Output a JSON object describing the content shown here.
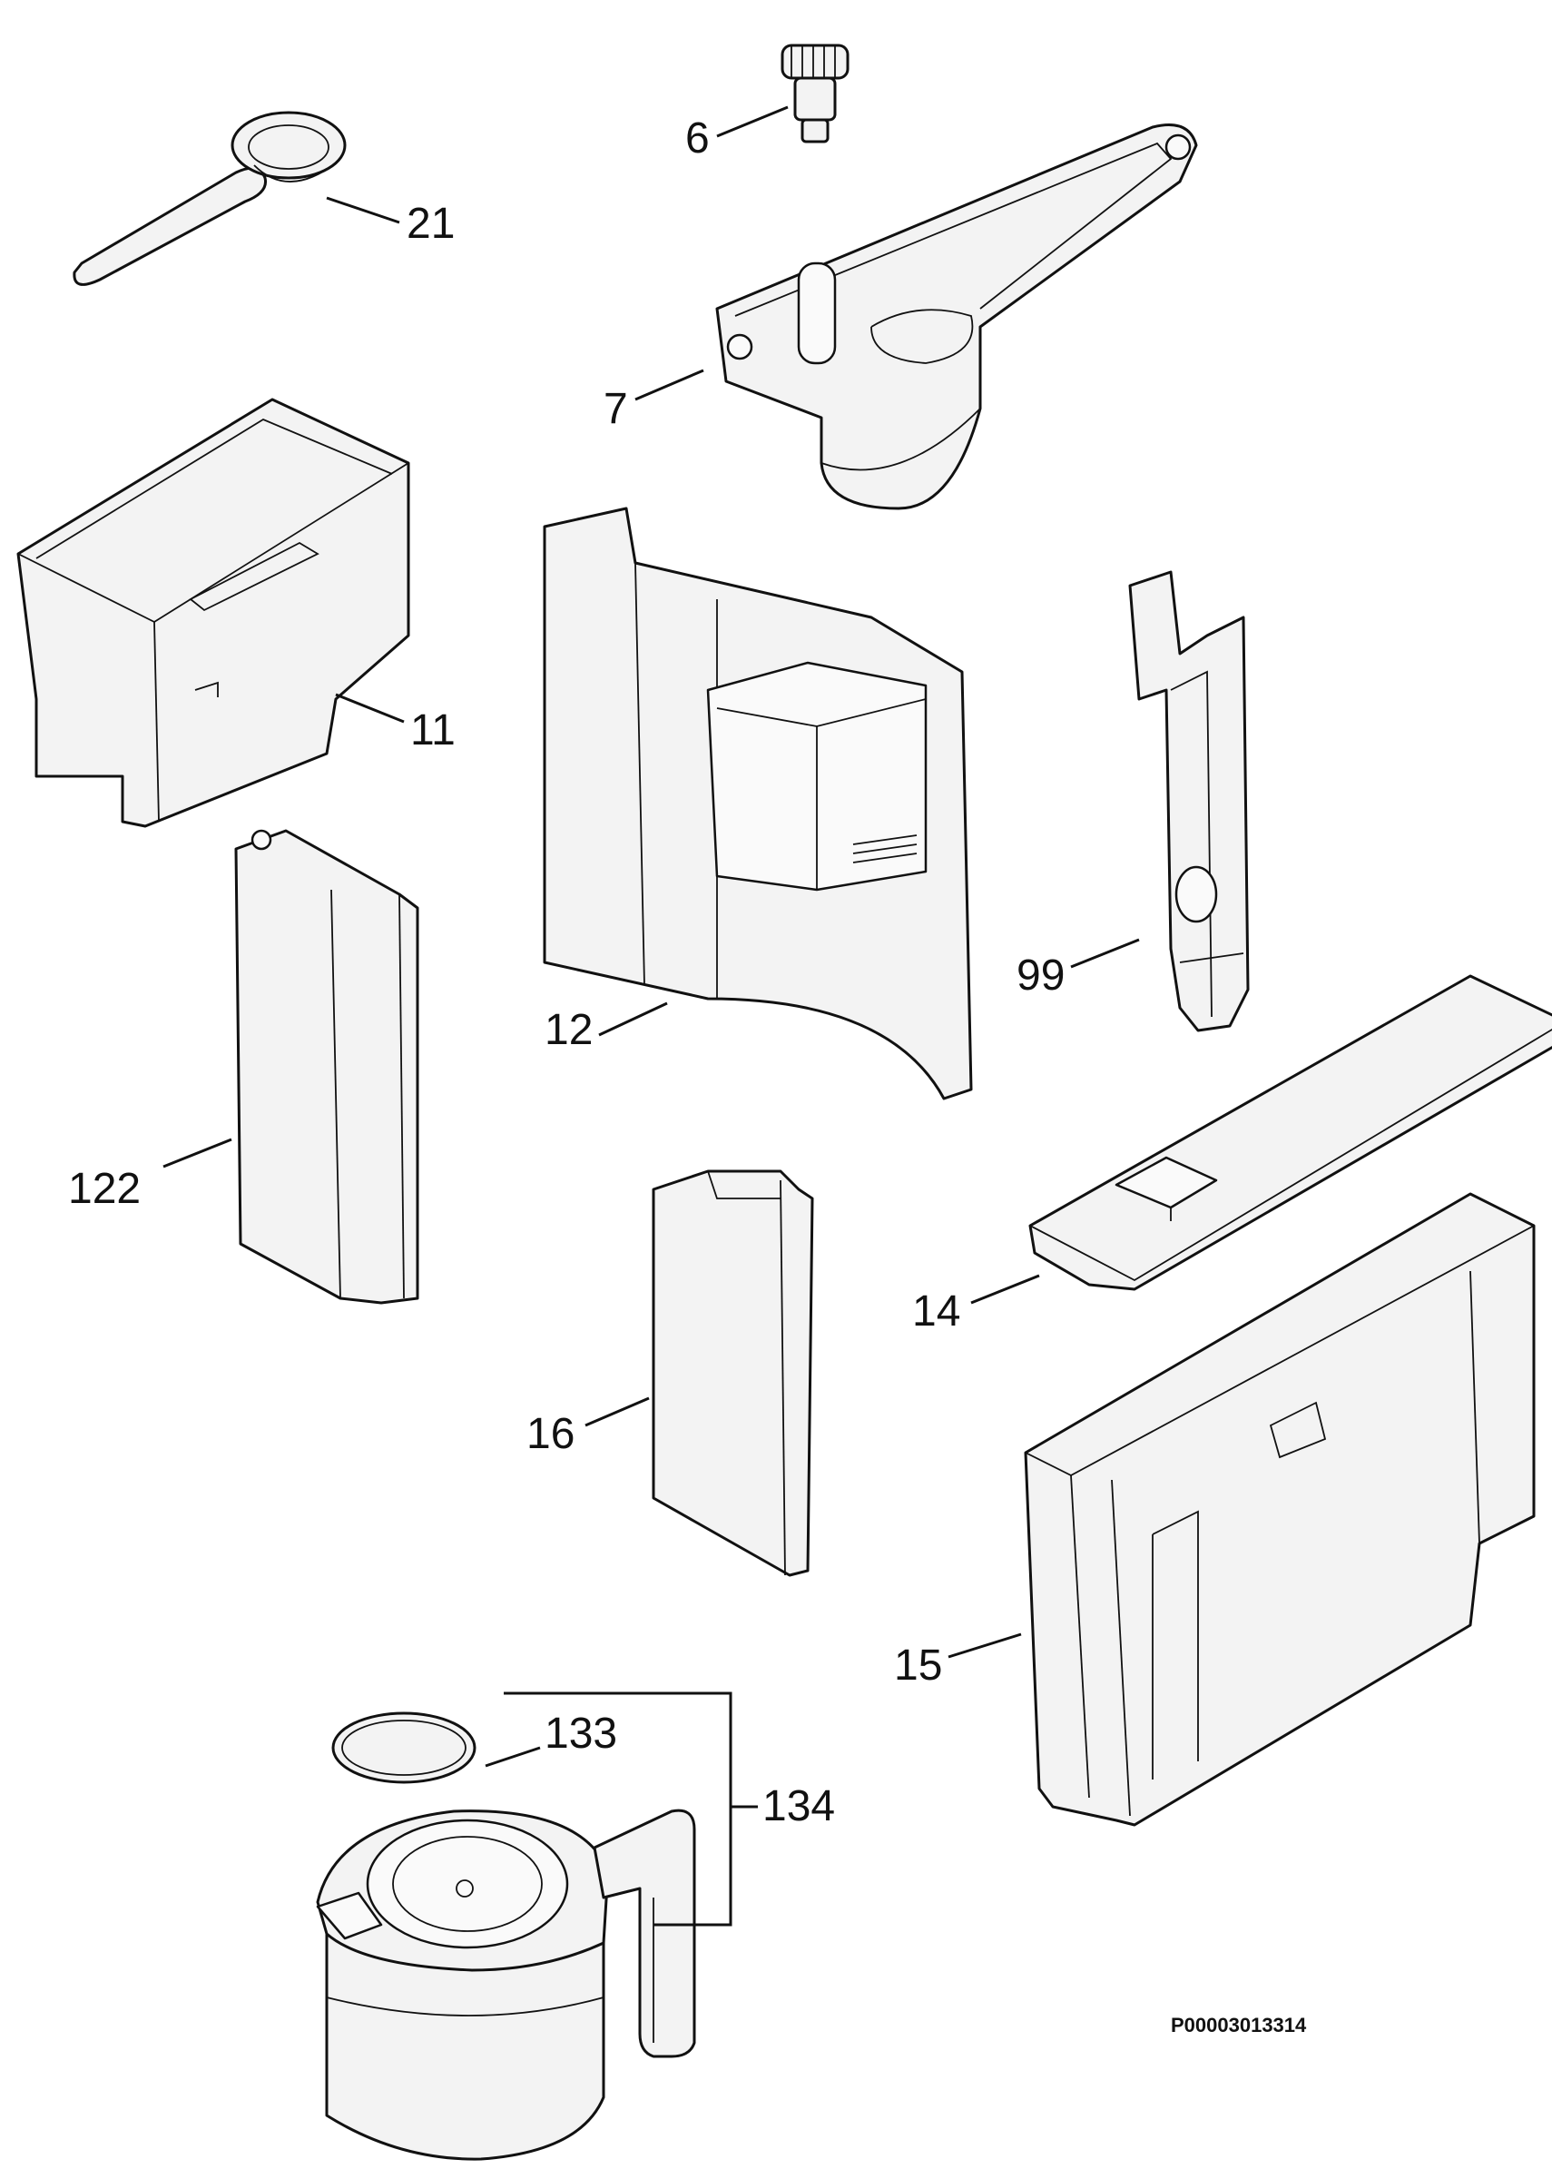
{
  "labels": {
    "p6": "6",
    "p21": "21",
    "p7": "7",
    "p11": "11",
    "p12": "12",
    "p99": "99",
    "p122": "122",
    "p14": "14",
    "p16": "16",
    "p15": "15",
    "p133": "133",
    "p134": "134"
  },
  "drawing_code": "P00003013314"
}
